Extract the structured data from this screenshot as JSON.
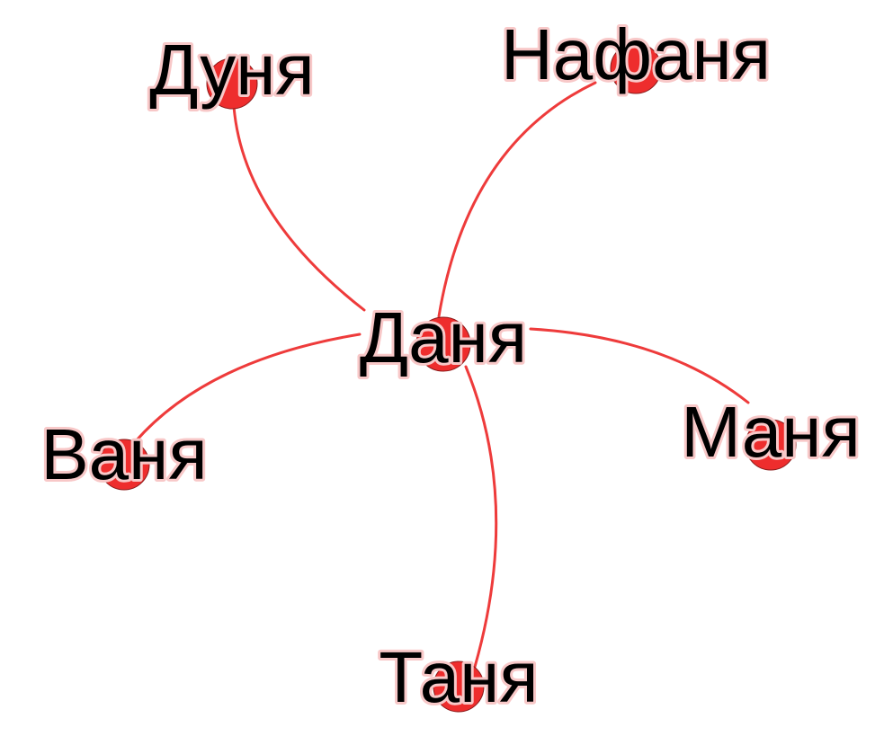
{
  "graph": {
    "nodes": [
      {
        "id": "center",
        "label": "Даня"
      },
      {
        "id": "dunya",
        "label": "Дуня"
      },
      {
        "id": "nafanya",
        "label": "Нафаня"
      },
      {
        "id": "vanya",
        "label": "Ваня"
      },
      {
        "id": "manya",
        "label": "Маня"
      },
      {
        "id": "tanya",
        "label": "Таня"
      }
    ],
    "edges": [
      {
        "from": "center",
        "to": "dunya"
      },
      {
        "from": "center",
        "to": "nafanya"
      },
      {
        "from": "center",
        "to": "vanya"
      },
      {
        "from": "center",
        "to": "manya"
      },
      {
        "from": "center",
        "to": "tanya"
      }
    ],
    "colors": {
      "node_fill": "#ee2d2d",
      "edge": "#ee3b3b",
      "label": "#000000"
    }
  }
}
